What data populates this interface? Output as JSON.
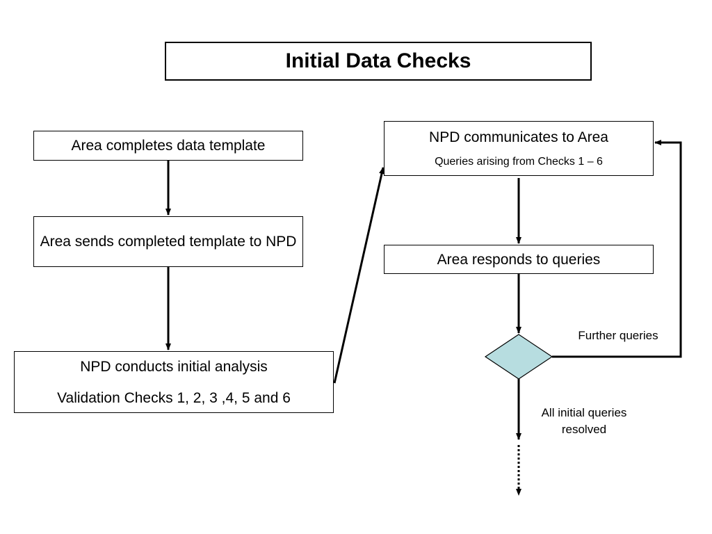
{
  "title": "Initial Data Checks",
  "nodes": {
    "complete": {
      "text": "Area completes data template"
    },
    "send": {
      "text": "Area sends completed template to NPD"
    },
    "analysis": {
      "text": "NPD conducts initial analysis",
      "subtext": "Validation Checks 1, 2, 3 ,4, 5 and 6"
    },
    "communicate": {
      "text": "NPD communicates to Area",
      "subtext": "Queries arising from Checks 1 – 6"
    },
    "respond": {
      "text": "Area responds to queries"
    }
  },
  "edge_labels": {
    "further": "Further queries",
    "resolved": "All initial queries resolved"
  },
  "colors": {
    "decision_fill": "#b7dde0",
    "line": "#000000"
  }
}
